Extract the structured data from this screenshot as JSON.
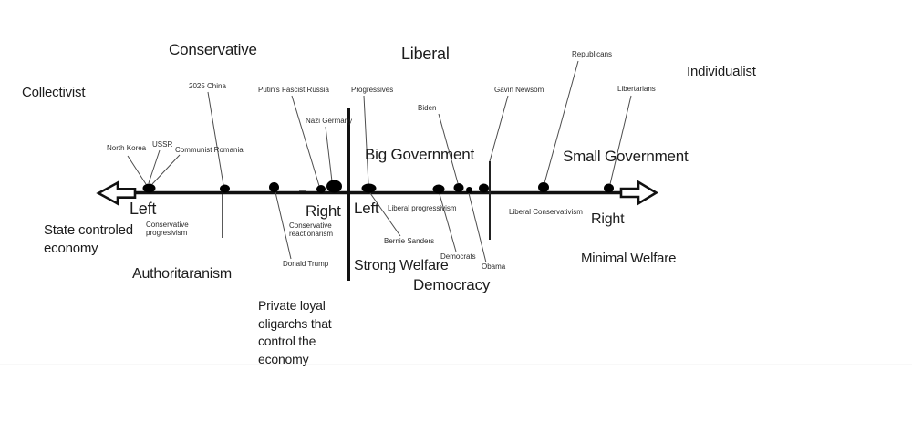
{
  "quadrant_titles": {
    "collectivist": "Collectivist",
    "conservative": "Conservative",
    "liberal": "Liberal",
    "individualist": "Individualist"
  },
  "axis": {
    "left_authoritarian": "Left",
    "right_authoritarian": "Right",
    "left_democratic": "Left",
    "right_democratic": "Right",
    "big_government": "Big Government",
    "small_government": "Small Government"
  },
  "zone_notes": {
    "state_controlled_economy": "State controled\neconomy",
    "authoritarianism": "Authoritaranism",
    "strong_welfare": "Strong Welfare",
    "democracy": "Democracy",
    "minimal_welfare": "Minimal Welfare",
    "oligarchs": "Private loyal\noligarchs that\ncontrol the\neconomy",
    "conservative_progressivism": "Conservative\nprogresivism",
    "conservative_reactionarism": "Conservative\nreactionarism",
    "liberal_progressivism": "Liberal progressivism",
    "liberal_conservativism": "Liberal Conservativism"
  },
  "points": {
    "north_korea": "North Korea",
    "ussr": "USSR",
    "communist_romania": "Communist Romania",
    "china_2025": "2025 China",
    "putins_fascist_russia": "Putin's Fascist Russia",
    "nazi_germany": "Nazi Germany",
    "progressives": "Progressives",
    "biden": "Biden",
    "gavin_newsom": "Gavin Newsom",
    "republicans": "Republicans",
    "libertarians": "Libertarians",
    "donald_trump": "Donald Trump",
    "bernie_sanders": "Bernie Sanders",
    "democrats": "Democrats",
    "obama": "Obama"
  },
  "colors": {
    "ink": "#1c1c1c",
    "pointer_line": "#4d4d4d",
    "background": "#ffffff"
  }
}
